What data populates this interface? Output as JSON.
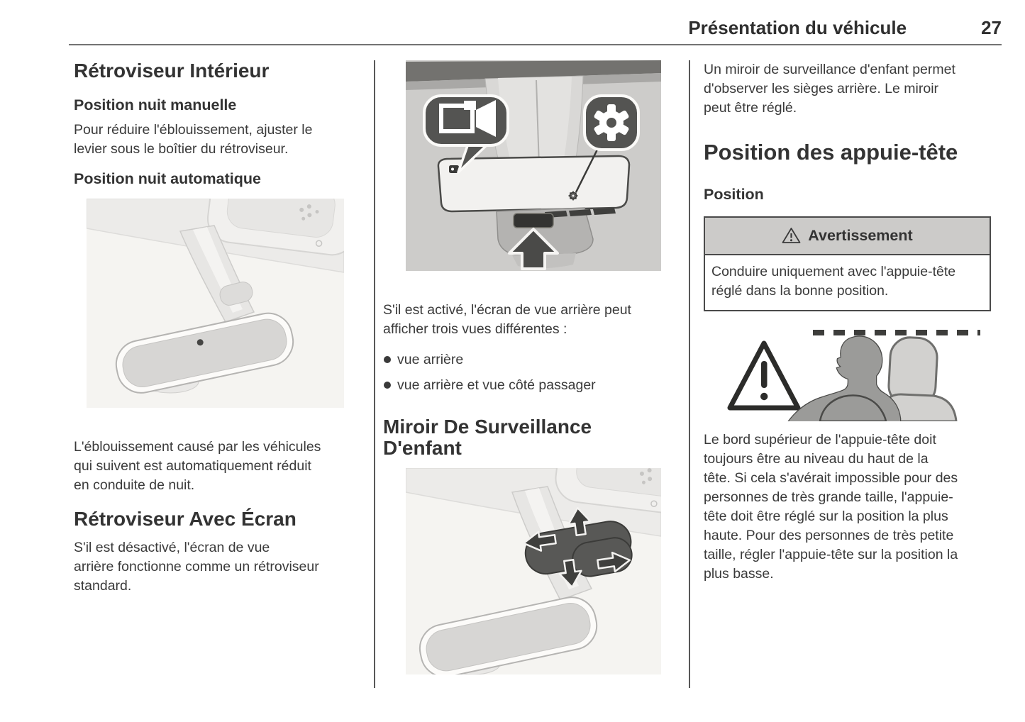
{
  "header": {
    "section_title": "Présentation du véhicule",
    "page_number": "27"
  },
  "col1": {
    "heading_interior_mirror": "Rétroviseur Intérieur",
    "sub_manual_night": "Position nuit manuelle",
    "p_manual_night": "Pour réduire l'éblouissement, ajuster le\nlevier sous le boîtier du rétroviseur.",
    "sub_auto_night": "Position nuit automatique",
    "p_auto_night": "L'éblouissement causé par les véhicules\nqui suivent est automatiquement réduit\nen conduite de nuit.",
    "heading_mirror_screen": "Rétroviseur Avec Écran",
    "p_mirror_screen": "S'il est désactivé, l'écran de vue\narrière fonctionne comme un rétroviseur\nstandard."
  },
  "col2": {
    "p_views": "S'il est activé, l'écran de vue arrière peut\nafficher trois vues différentes :",
    "bullets": [
      "vue arrière",
      "vue arrière et vue côté passager"
    ],
    "heading_child_mirror": "Miroir De Surveillance D'enfant"
  },
  "col3": {
    "p_child_mirror": "Un miroir de surveillance d'enfant permet\nd'observer les sièges arrière. Le miroir\npeut être réglé.",
    "chapter_headrest": "Position des appuie-tête",
    "sub_position": "Position",
    "warning": {
      "title": "Avertissement",
      "body": "Conduire uniquement avec l'appuie-tête\nréglé dans la bonne position."
    },
    "p_headrest": "Le bord supérieur de l'appuie-tête doit\ntoujours être au niveau du haut de la\ntête. Si cela s'avérait impossible pour des\npersonnes de très grande taille, l'appuie-\ntête doit être réglé sur la position la plus\nhaute. Pour des personnes de très petite\ntaille, régler l'appuie-tête sur la position la\nplus basse."
  },
  "colors": {
    "text": "#3a3a3a",
    "rule": "#737373",
    "warning_header_bg": "#cccbc9",
    "figure_bg": "#f5f4f1",
    "callout_bg": "#545452"
  }
}
